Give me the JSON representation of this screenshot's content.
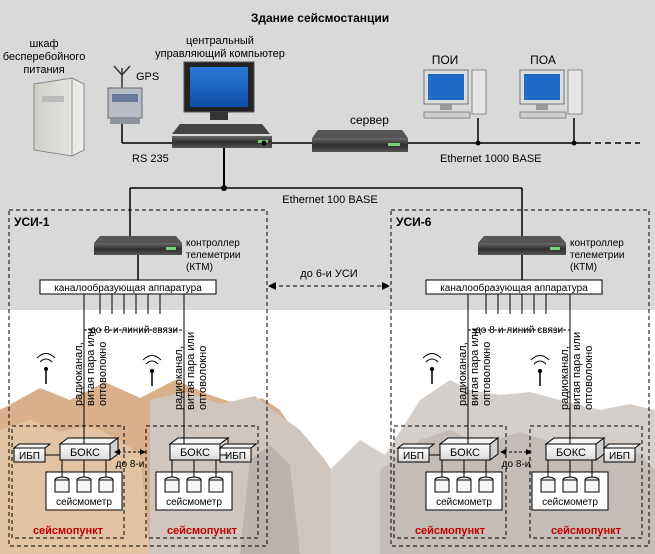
{
  "title": "Здание сейсмостанции",
  "building": {
    "ups_cabinet_label_line1": "шкаф",
    "ups_cabinet_label_line2": "бесперебойного",
    "ups_cabinet_label_line3": "питания",
    "gps_label": "GPS",
    "central_pc_line1": "центральный",
    "central_pc_line2": "управляющий компьютер",
    "server_label": "сервер",
    "poi_label": "ПОИ",
    "poa_label": "ПОА",
    "rs_label": "RS 235",
    "ethernet_1000_label": "Ethernet 1000 BASE",
    "ethernet_100_label": "Ethernet 100 BASE"
  },
  "connector": {
    "to_usi_label": "до 6-и УСИ"
  },
  "usi_left": {
    "title": "УСИ-1",
    "ktm_line1": "контроллер",
    "ktm_line2": "телеметрии",
    "ktm_line3": "(КТМ)",
    "channel_equipment": "каналообразующая аппаратура",
    "lines_label": "до 8-и линий связи",
    "link_text_1": "радиоканал,",
    "link_text_2": "витая пара или",
    "link_text_3": "оптоволокно",
    "between_label": "до 8-и",
    "stations": [
      {
        "ups": "ИБП",
        "box": "БОКС",
        "sensor": "сейсмометр",
        "name": "сейсмопункт"
      },
      {
        "ups": "ИБП",
        "box": "БОКС",
        "sensor": "сейсмометр",
        "name": "сейсмопункт"
      }
    ]
  },
  "usi_right": {
    "title": "УСИ-6",
    "ktm_line1": "контроллер",
    "ktm_line2": "телеметрии",
    "ktm_line3": "(КТМ)",
    "channel_equipment": "каналообразующая аппаратура",
    "lines_label": "до 8-и линий связи",
    "link_text_1": "радиоканал,",
    "link_text_2": "витая пара или",
    "link_text_3": "оптоволокно",
    "between_label": "до 8-и",
    "stations": [
      {
        "ups": "ИБП",
        "box": "БОКС",
        "sensor": "сейсмометр",
        "name": "сейсмопункт"
      },
      {
        "ups": "ИБП",
        "box": "БОКС",
        "sensor": "сейсмометр",
        "name": "сейсмопункт"
      }
    ]
  },
  "colors": {
    "building_bg": "#d9d9d9",
    "mountain_light": "#e4e0dc",
    "mountain_mid": "#c9c2bd",
    "mountain_tan": "#d8b08c",
    "station_label": "#c00000",
    "screen_blue": "#1565c0",
    "rack_dark": "#3a3a3a"
  }
}
